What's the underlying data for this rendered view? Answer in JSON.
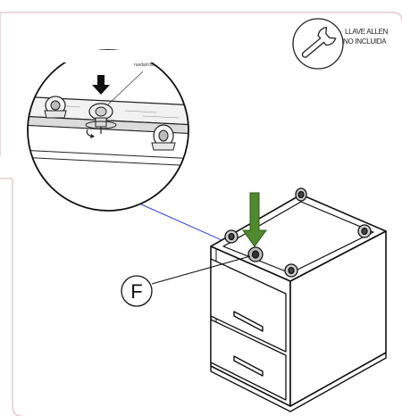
{
  "tool_note": {
    "line1": "LLAVE ALLEN",
    "line2": "NO INCLUIDA",
    "icon": "wrench-icon"
  },
  "callout": {
    "letter": "F"
  },
  "detail": {
    "label": "rueda/rodo"
  },
  "colors": {
    "arrow_green": "#4f8a2e",
    "leader_blue": "#2a3fd6",
    "frame_pink": "#e8c9c9",
    "line": "#111111"
  }
}
